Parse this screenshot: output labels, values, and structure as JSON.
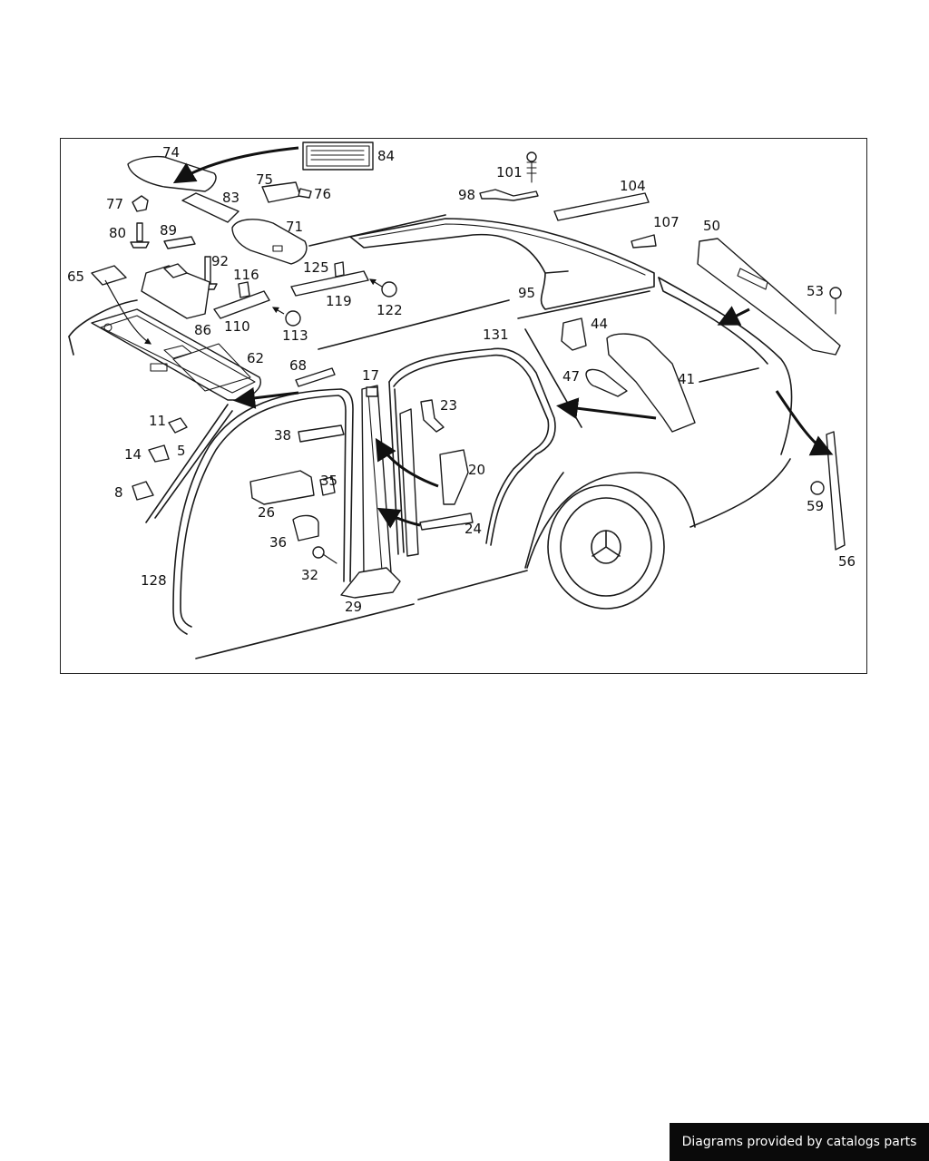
{
  "footer": {
    "text": "Diagrams provided by catalogs parts"
  },
  "diagram": {
    "labels": [
      "74",
      "84",
      "101",
      "98",
      "104",
      "77",
      "83",
      "75",
      "76",
      "80",
      "89",
      "71",
      "107",
      "50",
      "65",
      "92",
      "116",
      "125",
      "119",
      "122",
      "95",
      "53",
      "86",
      "110",
      "113",
      "131",
      "44",
      "62",
      "68",
      "17",
      "23",
      "47",
      "41",
      "11",
      "38",
      "5",
      "14",
      "20",
      "35",
      "8",
      "26",
      "24",
      "59",
      "36",
      "32",
      "128",
      "29",
      "56"
    ]
  }
}
